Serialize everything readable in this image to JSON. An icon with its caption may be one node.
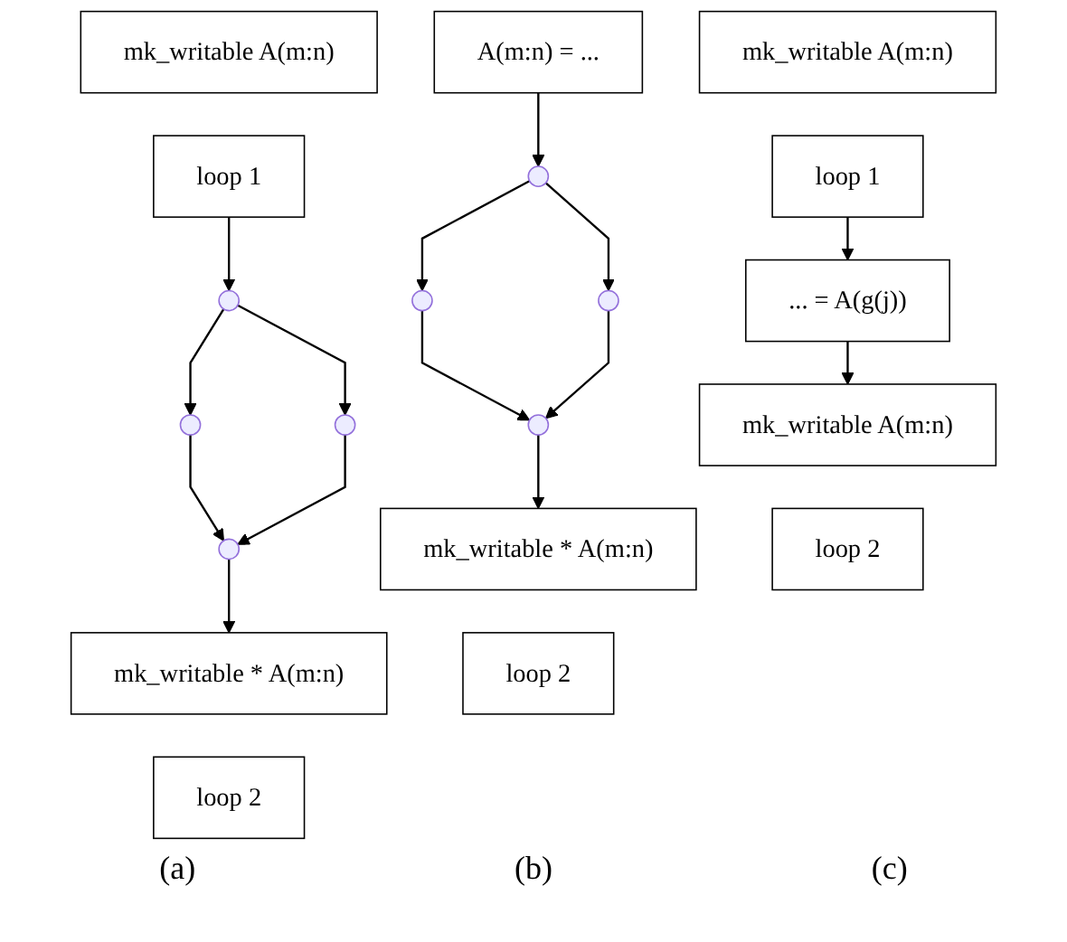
{
  "diagram": {
    "nodes": [
      {
        "text": [
          "mk_writable A(m:n)"
        ]
      },
      {
        "text": [
          "loop 1"
        ]
      },
      {
        "text": [],
        "shape": "point"
      },
      {
        "text": [],
        "shape": "point"
      },
      {
        "text": [],
        "shape": "point"
      },
      {
        "text": [],
        "shape": "point"
      },
      {
        "text": [
          "mk_writable * A(m:n)"
        ]
      },
      {
        "text": [
          "loop 2"
        ]
      },
      {
        "text": [
          "A(m:n) = ..."
        ]
      },
      {
        "text": [],
        "shape": "point"
      },
      {
        "text": [],
        "shape": "point"
      },
      {
        "text": [],
        "shape": "point"
      },
      {
        "text": [],
        "shape": "point"
      },
      {
        "text": [
          "mk_writable * A(m:n)"
        ]
      },
      {
        "text": [
          "loop 2"
        ]
      },
      {
        "text": [
          "mk_writable A(m:n)"
        ]
      },
      {
        "text": [
          "loop 1"
        ]
      },
      {
        "text": [
          "... = A(g(j))"
        ]
      },
      {
        "text": [
          "mk_writable A(m:n)"
        ]
      },
      {
        "text": [
          "loop 2"
        ]
      }
    ],
    "edges": [
      {
        "from": 1,
        "to": 2,
        "arrow": "to"
      },
      {
        "from": 2,
        "to": 3,
        "arrow": "to"
      },
      {
        "from": 2,
        "to": 4,
        "arrow": "to"
      },
      {
        "from": 3,
        "to": 5,
        "arrow": "to"
      },
      {
        "from": 4,
        "to": 5,
        "arrow": "to"
      },
      {
        "from": 5,
        "to": 6,
        "arrow": "to"
      },
      {
        "from": 8,
        "to": 9,
        "arrow": "to"
      },
      {
        "from": 9,
        "to": 10,
        "arrow": "to"
      },
      {
        "from": 9,
        "to": 11,
        "arrow": "to"
      },
      {
        "from": 10,
        "to": 12,
        "arrow": "to"
      },
      {
        "from": 11,
        "to": 12,
        "arrow": "to"
      },
      {
        "from": 12,
        "to": 13,
        "arrow": "to"
      },
      {
        "from": 16,
        "to": 17,
        "arrow": "to"
      },
      {
        "from": 17,
        "to": 18,
        "arrow": "to"
      }
    ],
    "labels": [
      "(a)",
      "(b)",
      "(c)"
    ]
  }
}
